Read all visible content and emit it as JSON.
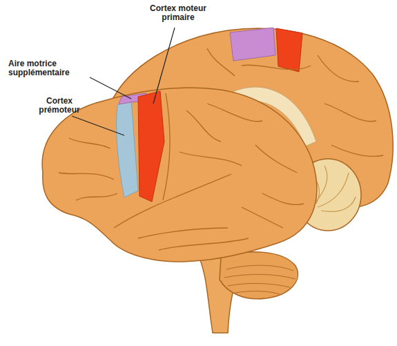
{
  "diagram": {
    "labels": [
      "Cortex moteur primaire",
      "Aire motrice supplémentaire",
      "Cortex prémoteur"
    ]
  }
}
